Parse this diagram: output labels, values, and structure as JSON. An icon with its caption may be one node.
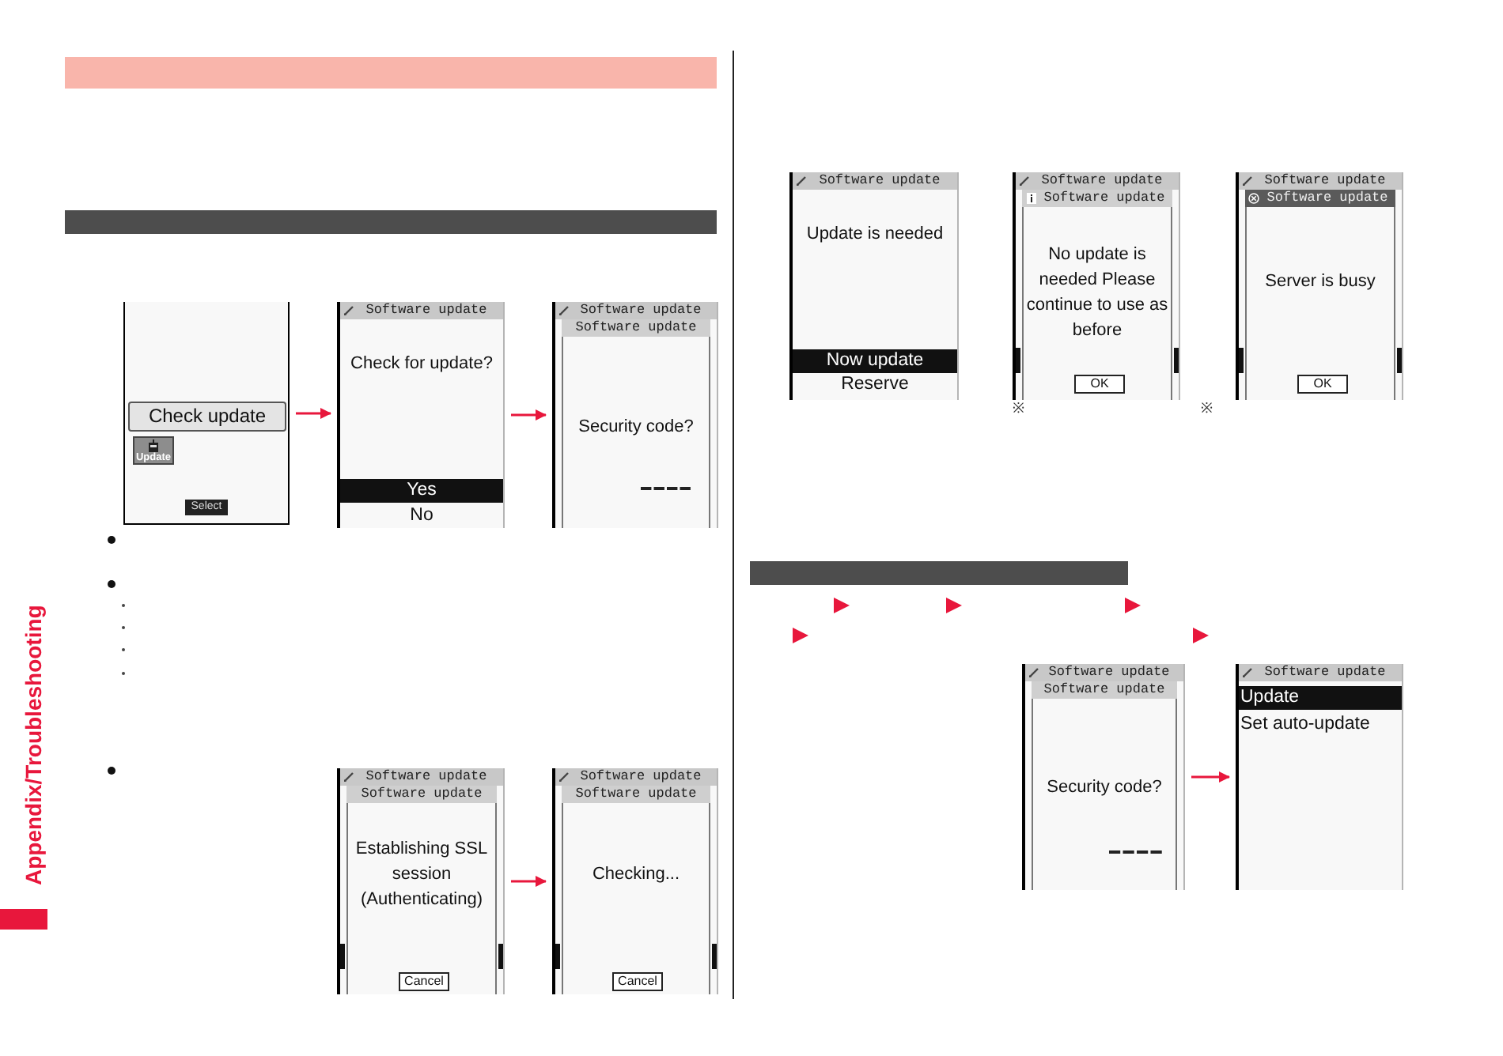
{
  "diagram": {
    "nodes": [
      {
        "text": [
          "Check update",
          "Update",
          "Select"
        ]
      },
      {
        "text": [
          "Software update",
          "Check for update?",
          "Yes",
          "No"
        ]
      },
      {
        "text": [
          "Software update",
          "Software update",
          "Security code?"
        ]
      },
      {
        "text": [
          "Software update",
          "Software update",
          "Establishing SSL session (Authenticating)",
          "Cancel"
        ]
      },
      {
        "text": [
          "Software update",
          "Software update",
          "Checking...",
          "Cancel"
        ]
      },
      {
        "text": [
          "Software update",
          "Update is needed",
          "Now update",
          "Reserve"
        ]
      },
      {
        "text": [
          "Software update",
          "Software update",
          "No update is needed Please continue to use as before",
          "OK"
        ],
        "beside": [
          "※"
        ]
      },
      {
        "text": [
          "Software update",
          "Software update",
          "Server is busy",
          "OK"
        ],
        "beside": [
          "※"
        ]
      },
      {
        "text": [
          "Software update",
          "Software update",
          "Security code?"
        ]
      },
      {
        "text": [
          "Software update",
          "Update",
          "Set auto-update"
        ]
      }
    ],
    "edges": [
      {
        "from": 0,
        "to": 1,
        "arrow": "to"
      },
      {
        "from": 1,
        "to": 2,
        "arrow": "to"
      },
      {
        "from": 3,
        "to": 4,
        "arrow": "to"
      },
      {
        "from": 8,
        "to": 9,
        "arrow": "to"
      }
    ],
    "labels": [
      "Appendix/Troubleshooting"
    ]
  }
}
